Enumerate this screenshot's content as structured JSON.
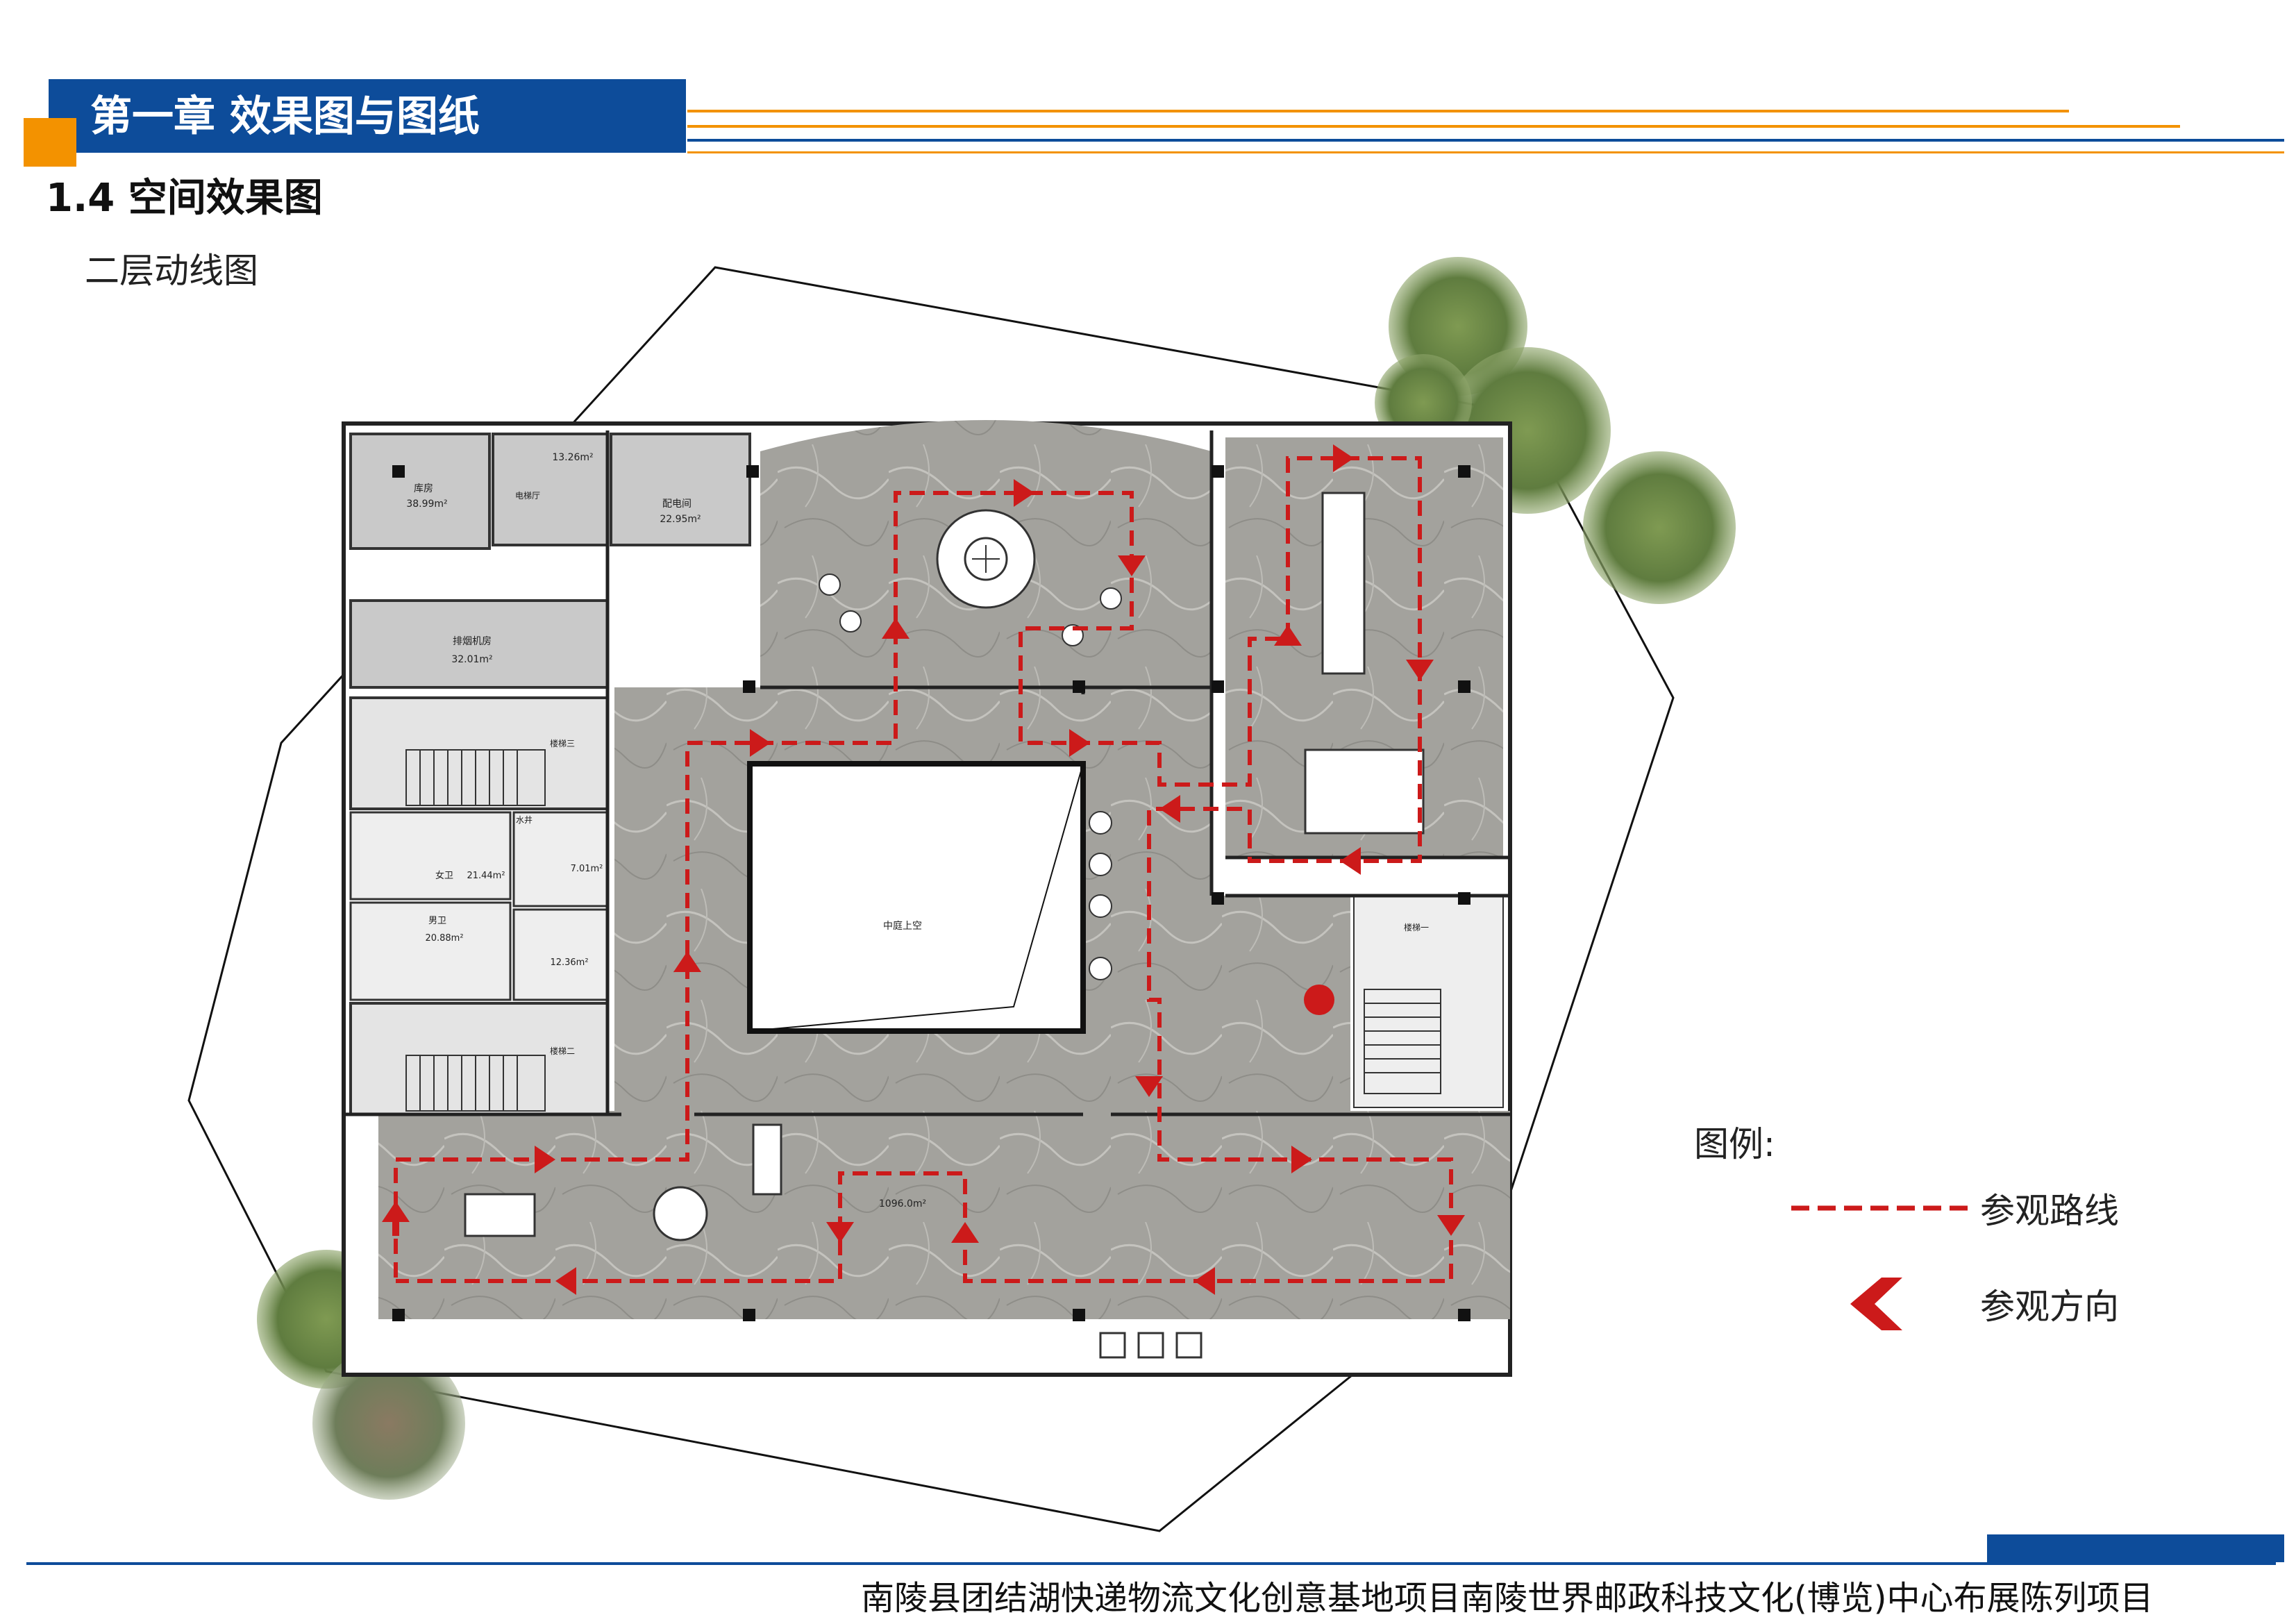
{
  "header": {
    "chapter_title": "第一章 效果图与图纸",
    "section_title": "1.4 空间效果图",
    "sub_title": "二层动线图"
  },
  "colors": {
    "brand_blue": "#0d4c9a",
    "accent_orange": "#f39200",
    "route_red": "#cc1a1a"
  },
  "floor_plan": {
    "rooms": [
      {
        "name": "库房",
        "area": "38.99m²"
      },
      {
        "name": "电梯厅",
        "area": "13.26m²"
      },
      {
        "name": "配电间",
        "area": "22.95m²"
      },
      {
        "name": "排烟机房",
        "area": "32.01m²"
      },
      {
        "name": "楼梯三",
        "area": ""
      },
      {
        "name": "女卫",
        "area": "21.44m²"
      },
      {
        "name": "水井",
        "area": "7.01m²"
      },
      {
        "name": "男卫",
        "area": "20.88m²"
      },
      {
        "name": "",
        "area": "12.36m²"
      },
      {
        "name": "楼梯二",
        "area": ""
      },
      {
        "name": "楼梯一",
        "area": ""
      },
      {
        "name": "中庭上空",
        "area": ""
      },
      {
        "name": "",
        "area": "1096.0m²"
      }
    ]
  },
  "legend": {
    "title": "图例:",
    "route_label": "参观路线",
    "direction_label": "参观方向"
  },
  "footer": {
    "text": "南陵县团结湖快递物流文化创意基地项目南陵世界邮政科技文化(博览)中心布展陈列项目"
  }
}
